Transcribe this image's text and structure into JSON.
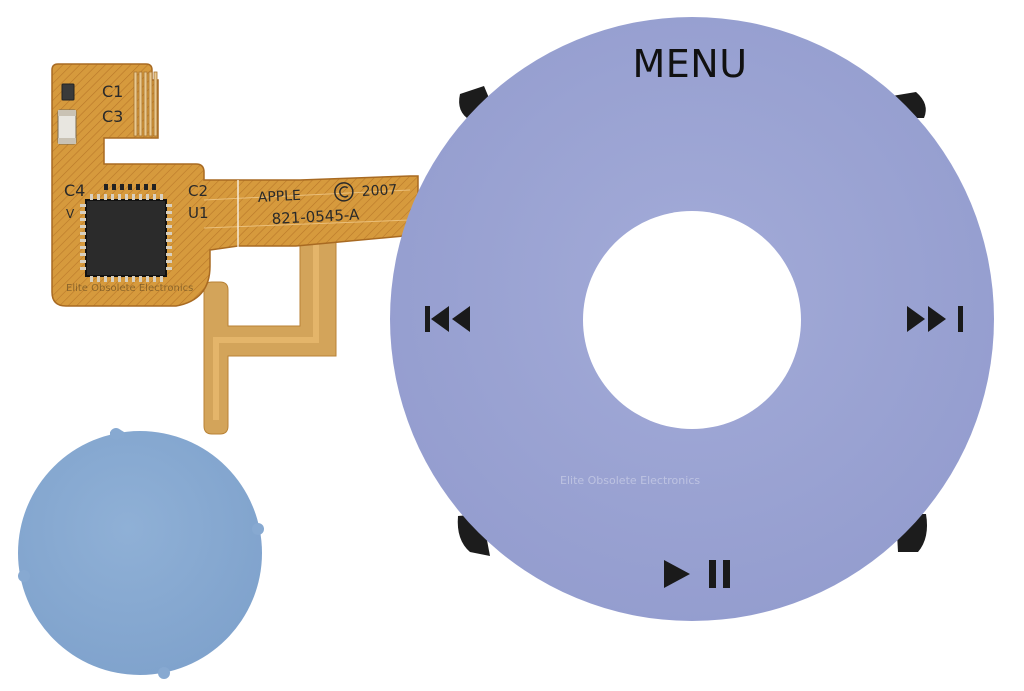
{
  "wheel": {
    "menu_label": "MENU",
    "color": "#9aa3d2"
  },
  "pcb": {
    "labels": {
      "c1": "C1",
      "c3": "C3",
      "c4": "C4",
      "c2": "C2",
      "u1": "U1",
      "v": "V",
      "brand": "APPLE",
      "year": "2007",
      "part": "821-0545-A"
    },
    "color": "#d99a3c"
  },
  "center_button": {
    "color": "#87a9d1"
  },
  "watermark": "Elite Obsolete Electronics",
  "icons": {
    "top": "menu-text",
    "left": "previous-track-icon",
    "right": "next-track-icon",
    "bottom": "play-pause-icon",
    "copyright": "copyright-icon"
  }
}
